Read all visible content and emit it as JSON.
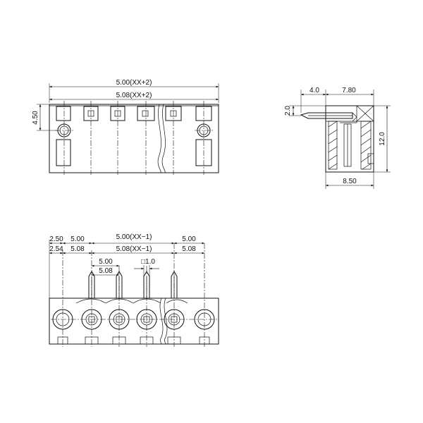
{
  "front_view": {
    "dim_overall_1": "5.00(XX+2)",
    "dim_overall_2": "5.08(XX+2)",
    "dim_height": "4.50"
  },
  "side_view": {
    "dim_pin_len": "4.0",
    "dim_body_depth": "7.80",
    "dim_pin_offset": "2.0",
    "dim_height": "12.0",
    "dim_width": "8.50"
  },
  "bottom_view": {
    "dim_edge_1": "2.50",
    "dim_edge_2": "2.54",
    "dim_first_1": "5.00",
    "dim_first_2": "5.08",
    "dim_span_1": "5.00(XX−1)",
    "dim_span_2": "5.08(XX−1)",
    "dim_last_1": "5.00",
    "dim_last_2": "5.08",
    "dim_pitch_1": "5.00",
    "dim_pitch_2": "5.08",
    "dim_pin_sq": "□1.0"
  }
}
